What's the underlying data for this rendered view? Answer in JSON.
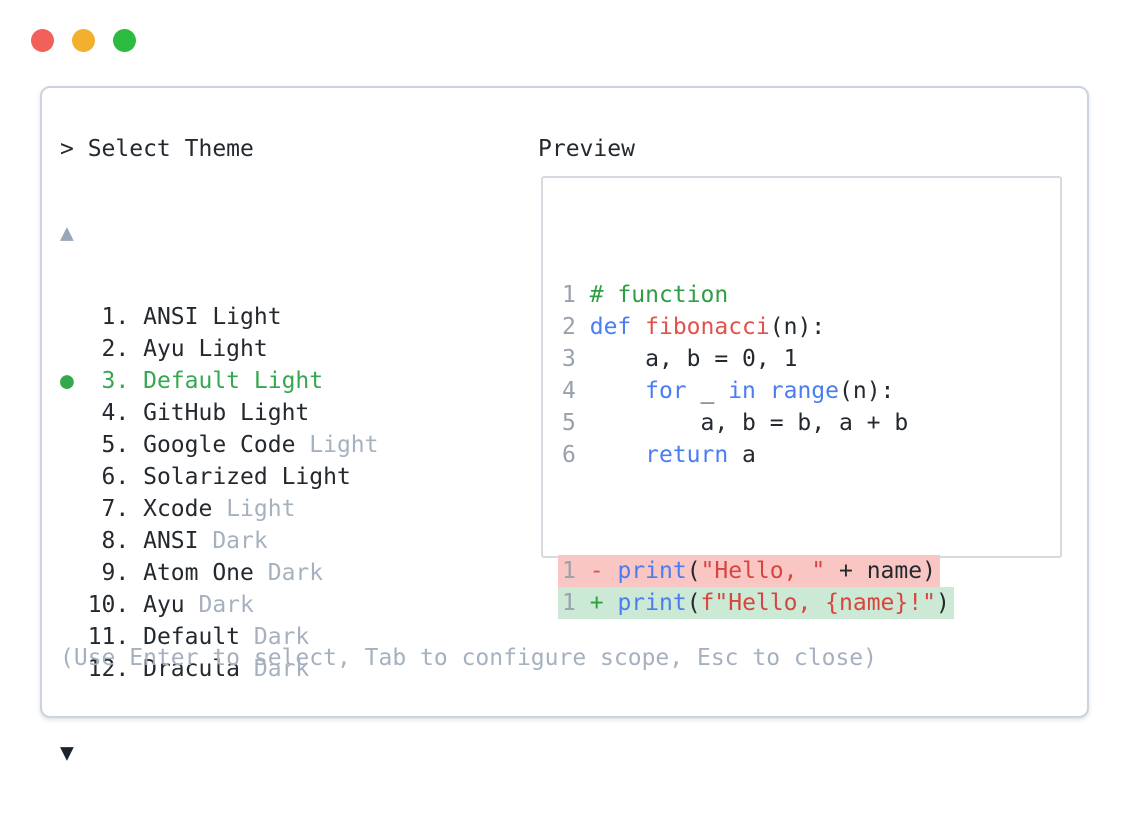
{
  "window": {
    "traffic_lights": [
      {
        "name": "close",
        "color": "#f2605a"
      },
      {
        "name": "minimize",
        "color": "#f3b02f"
      },
      {
        "name": "zoom",
        "color": "#2cbb41"
      }
    ]
  },
  "theme_picker": {
    "prompt": "> Select Theme",
    "scroll_up_indicator": "▲",
    "scroll_down_indicator": "▼",
    "selected_bullet": "●",
    "items": [
      {
        "number": "1",
        "name": "ANSI Light",
        "muted": "",
        "selected": false
      },
      {
        "number": "2",
        "name": "Ayu Light",
        "muted": "",
        "selected": false
      },
      {
        "number": "3",
        "name": "Default Light",
        "muted": "",
        "selected": true
      },
      {
        "number": "4",
        "name": "GitHub Light",
        "muted": "",
        "selected": false
      },
      {
        "number": "5",
        "name": "Google Code",
        "muted": "Light",
        "selected": false
      },
      {
        "number": "6",
        "name": "Solarized Light",
        "muted": "",
        "selected": false
      },
      {
        "number": "7",
        "name": "Xcode",
        "muted": "Light",
        "selected": false
      },
      {
        "number": "8",
        "name": "ANSI",
        "muted": "Dark",
        "selected": false
      },
      {
        "number": "9",
        "name": "Atom One",
        "muted": "Dark",
        "selected": false
      },
      {
        "number": "10",
        "name": "Ayu",
        "muted": "Dark",
        "selected": false
      },
      {
        "number": "11",
        "name": "Default",
        "muted": "Dark",
        "selected": false
      },
      {
        "number": "12",
        "name": "Dracula",
        "muted": "Dark",
        "selected": false
      }
    ],
    "help_text": "(Use Enter to select, Tab to configure scope, Esc to close)"
  },
  "preview": {
    "title": "Preview",
    "code_lines": [
      {
        "num": "1",
        "segments": [
          [
            "# function",
            "comment"
          ]
        ]
      },
      {
        "num": "2",
        "segments": [
          [
            "def",
            "kw"
          ],
          [
            " ",
            "plain"
          ],
          [
            "fibonacci",
            "fn"
          ],
          [
            "(n):",
            "plain"
          ]
        ]
      },
      {
        "num": "3",
        "segments": [
          [
            "    a, b = 0, 1",
            "plain"
          ]
        ]
      },
      {
        "num": "4",
        "segments": [
          [
            "    ",
            "plain"
          ],
          [
            "for",
            "kw"
          ],
          [
            " _ ",
            "plain"
          ],
          [
            "in",
            "kw"
          ],
          [
            " ",
            "plain"
          ],
          [
            "range",
            "kw"
          ],
          [
            "(n):",
            "plain"
          ]
        ]
      },
      {
        "num": "5",
        "segments": [
          [
            "        a, b = b, a + b",
            "plain"
          ]
        ]
      },
      {
        "num": "6",
        "segments": [
          [
            "    ",
            "plain"
          ],
          [
            "return",
            "kw"
          ],
          [
            " a",
            "plain"
          ]
        ]
      }
    ],
    "diff_lines": [
      {
        "num": "1",
        "sign": "-",
        "type": "del",
        "segments": [
          [
            "print",
            "kw"
          ],
          [
            "(",
            "plain"
          ],
          [
            "\"Hello, \"",
            "str"
          ],
          [
            " + name)",
            "plain"
          ]
        ]
      },
      {
        "num": "1",
        "sign": "+",
        "type": "add",
        "segments": [
          [
            "print",
            "kw"
          ],
          [
            "(",
            "plain"
          ],
          [
            "f\"Hello, {name}!\"",
            "str"
          ],
          [
            ")",
            "plain"
          ]
        ]
      }
    ]
  },
  "colors": {
    "traffic_red": "#f2605a",
    "traffic_yellow": "#f3b02f",
    "traffic_green": "#2cbb41",
    "panel_border": "#ccd3dd",
    "preview_border": "#d7dbe1",
    "text_dark": "#24292f",
    "text_muted": "#a6b1c0",
    "selected_green": "#34a84f",
    "arrow_up": "#98a5ba",
    "arrow_down": "#1c232b",
    "lineno": "#98a1ad",
    "comment": "#2f9e44",
    "keyword": "#4a7df2",
    "function_name": "#e0524c",
    "string": "#d8453f",
    "diff_del_bg": "#f9c6c4",
    "diff_add_bg": "#cbe9d5",
    "diff_del_sign": "#e0524c",
    "diff_add_sign": "#2f9e44"
  }
}
